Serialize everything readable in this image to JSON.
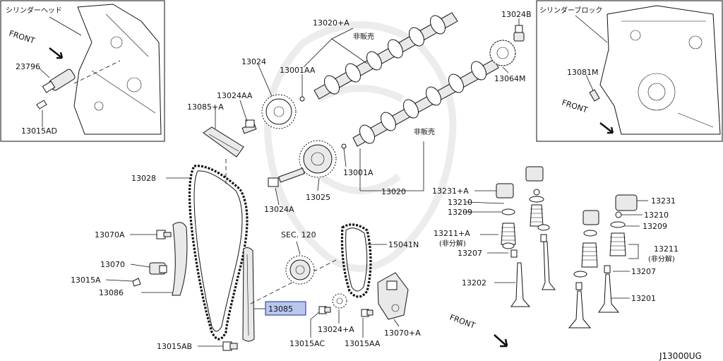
{
  "diagram_id": "J13000UG",
  "insets": {
    "cylinder_head": {
      "title": "シリンダーヘッド",
      "front": "FRONT"
    },
    "cylinder_block": {
      "title": "シリンダーブロック",
      "front": "FRONT"
    }
  },
  "notes": {
    "not_sold_1": "非販売",
    "not_sold_2": "非販売"
  },
  "sec_ref": "SEC. 120",
  "front_main": "FRONT",
  "parts": {
    "p23796": "23796",
    "p13015AD": "13015AD",
    "p13020A": "13020+A",
    "p13024": "13024",
    "p13001AA": "13001AA",
    "p13024AA": "13024AA",
    "p13085A": "13085+A",
    "p13024B": "13024B",
    "p13064M": "13064M",
    "p13081M": "13081M",
    "p13028": "13028",
    "p13001A": "13001A",
    "p13025": "13025",
    "p13024A": "13024A",
    "p13020": "13020",
    "p13070A": "13070A",
    "p13070": "13070",
    "p13015A": "13015A",
    "p13086": "13086",
    "p13085": "13085",
    "p13015AB": "13015AB",
    "p15041N": "15041N",
    "p13024plusA": "13024+A",
    "p13015AC": "13015AC",
    "p13015AA": "13015AA",
    "p13070plusA": "13070+A",
    "p13231A": "13231+A",
    "p13210": "13210",
    "p13209": "13209",
    "p13211A": "13211+A",
    "p13211A_note": "(非分解)",
    "p13207": "13207",
    "p13202": "13202",
    "p13231": "13231",
    "p13210b": "13210",
    "p13209b": "13209",
    "p13211": "13211",
    "p13211_note": "(非分解)",
    "p13207b": "13207",
    "p13201": "13201"
  },
  "highlight_part": "13085",
  "colors": {
    "highlight_fill": "#b9c6ee",
    "highlight_stroke": "#3a4f9e",
    "line": "#111111"
  }
}
